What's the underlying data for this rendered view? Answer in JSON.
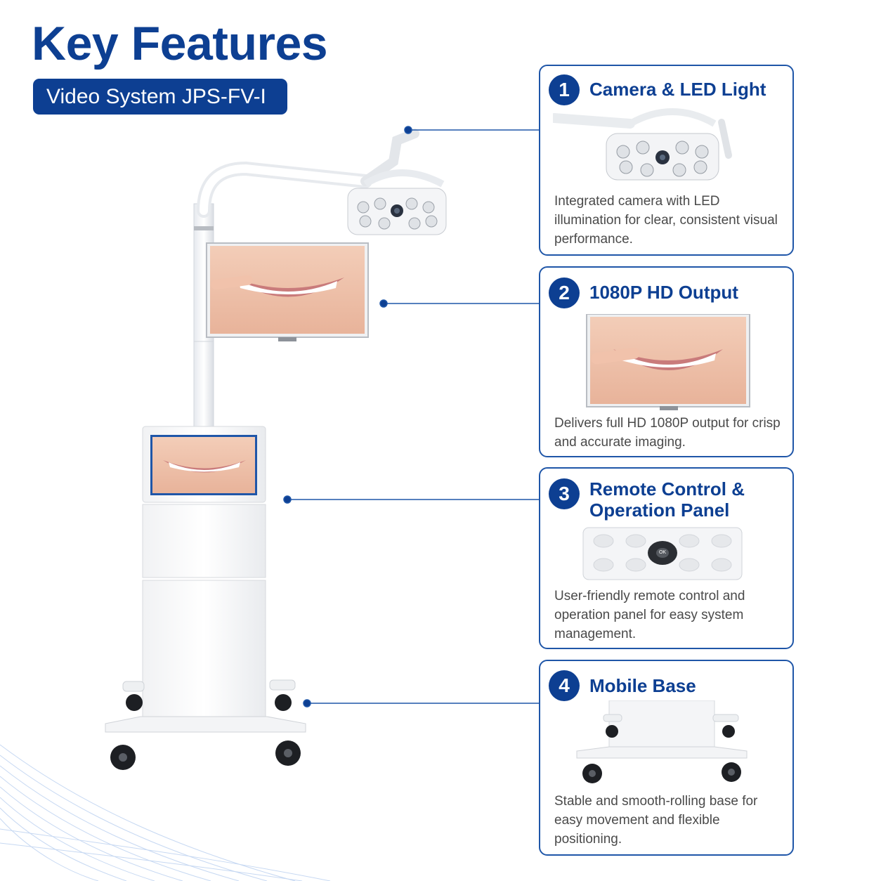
{
  "header": {
    "title": "Key Features",
    "subtitle": "Video System JPS-FV-I"
  },
  "features": [
    {
      "number": "1",
      "title": "Camera & LED Light",
      "description": "Integrated camera with LED illumination for clear, consistent visual performance."
    },
    {
      "number": "2",
      "title": "1080P HD Output",
      "description": "Delivers full HD 1080P output for crisp and accurate imaging."
    },
    {
      "number": "3",
      "title": "Remote Control & Operation Panel",
      "description": "User-friendly remote control  and operation panel for easy system management."
    },
    {
      "number": "4",
      "title": "Mobile Base",
      "description": "Stable and smooth-rolling base for easy movement and flexible positioning."
    }
  ],
  "remote": {
    "ok_label": "OK"
  },
  "colors": {
    "brand_blue": "#0d3f92",
    "border_blue": "#1f56a8",
    "text_gray": "#4a4a4a",
    "background": "#ffffff"
  }
}
